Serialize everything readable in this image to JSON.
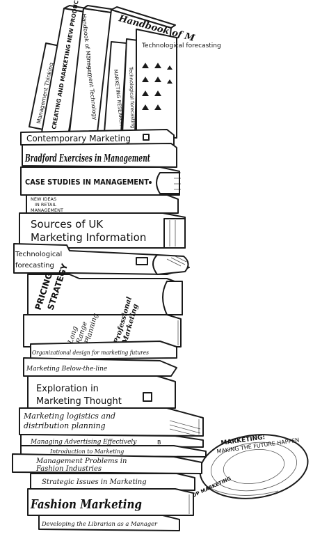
{
  "drawing": {
    "ink_color": "#1a1a1a",
    "paper_color": "#ffffff"
  },
  "top_books": {
    "creating": "CREATING AND MARKETING NEW PRODUCTS",
    "thinking": "Management Thinking",
    "handbook_left": "Handbook of Management Technology",
    "handbook_big": "Handbook of M",
    "marketing_research": "MARKETING RESEARCH",
    "tech_forecasting_vertical": "Technological forecasting",
    "tech_forecasting_cover": "Technological forecasting"
  },
  "stack": {
    "contemporary": "Contemporary Marketing",
    "bradford": "Bradford Exercises in Management",
    "case_studies": "CASE STUDIES IN MANAGEMENT",
    "new_ideas": [
      "NEW IDEAS",
      "IN RETAIL",
      "MANAGEMENT"
    ],
    "sources": [
      "Sources of UK",
      "Marketing Information"
    ],
    "tech_forecasting": [
      "Technological",
      "forecasting"
    ],
    "pricing": [
      "PRICING",
      "STRATEGY"
    ],
    "long_range": [
      "Long",
      "Range",
      "Planning"
    ],
    "professional": [
      "Professional",
      "Marketing"
    ],
    "org_design": "Organizational design for marketing futures",
    "below_line": "Marketing Below-the-line",
    "exploration": [
      "Exploration in",
      "Marketing Thought"
    ],
    "logistics": [
      "Marketing logistics and",
      "distribution planning"
    ],
    "advertising": "Managing Advertising Effectively",
    "introduction": "Introduction to Marketing",
    "problems": [
      "Management Problems in",
      "Fashion Industries"
    ],
    "strategic": "Strategic Issues in Marketing",
    "fashion": "Fashion Marketing",
    "librarian": "Developing the Librarian as a Manager"
  },
  "disc": {
    "line1": "MARKETING:",
    "line2": "MAKING THE FUTURE HAPPEN",
    "badge": "UP MARKETING"
  }
}
